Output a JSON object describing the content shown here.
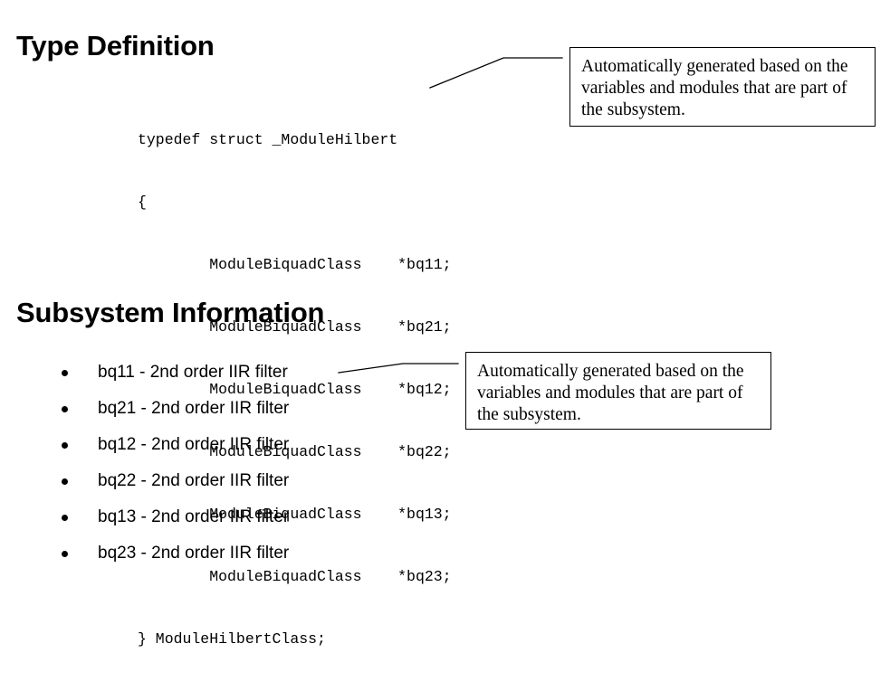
{
  "page": {
    "background_color": "#ffffff",
    "text_color": "#000000"
  },
  "sections": {
    "type_definition": {
      "heading": "Type Definition",
      "code": {
        "language": "c",
        "lines": [
          "typedef struct _ModuleHilbert",
          "{",
          "        ModuleBiquadClass    *bq11;",
          "        ModuleBiquadClass    *bq21;",
          "        ModuleBiquadClass    *bq12;",
          "        ModuleBiquadClass    *bq22;",
          "        ModuleBiquadClass    *bq13;",
          "        ModuleBiquadClass    *bq23;",
          "} ModuleHilbertClass;"
        ],
        "struct_name": "_ModuleHilbert",
        "typedef_name": "ModuleHilbertClass",
        "members": [
          {
            "type": "ModuleBiquadClass",
            "name": "*bq11;"
          },
          {
            "type": "ModuleBiquadClass",
            "name": "*bq21;"
          },
          {
            "type": "ModuleBiquadClass",
            "name": "*bq12;"
          },
          {
            "type": "ModuleBiquadClass",
            "name": "*bq22;"
          },
          {
            "type": "ModuleBiquadClass",
            "name": "*bq13;"
          },
          {
            "type": "ModuleBiquadClass",
            "name": "*bq23;"
          }
        ]
      },
      "callout": {
        "text": "Automatically generated based on the variables and modules that are part of the subsystem."
      }
    },
    "subsystem_information": {
      "heading": "Subsystem Information",
      "items": [
        {
          "label": "bq11 - 2nd order IIR filter"
        },
        {
          "label": "bq21 - 2nd order IIR filter"
        },
        {
          "label": "bq12 - 2nd order IIR filter"
        },
        {
          "label": "bq22 - 2nd order IIR filter"
        },
        {
          "label": "bq13 - 2nd order IIR filter"
        },
        {
          "label": "bq23 - 2nd order IIR filter"
        }
      ],
      "callout": {
        "text": "Automatically generated based on the variables and modules that are part of the subsystem."
      }
    }
  }
}
